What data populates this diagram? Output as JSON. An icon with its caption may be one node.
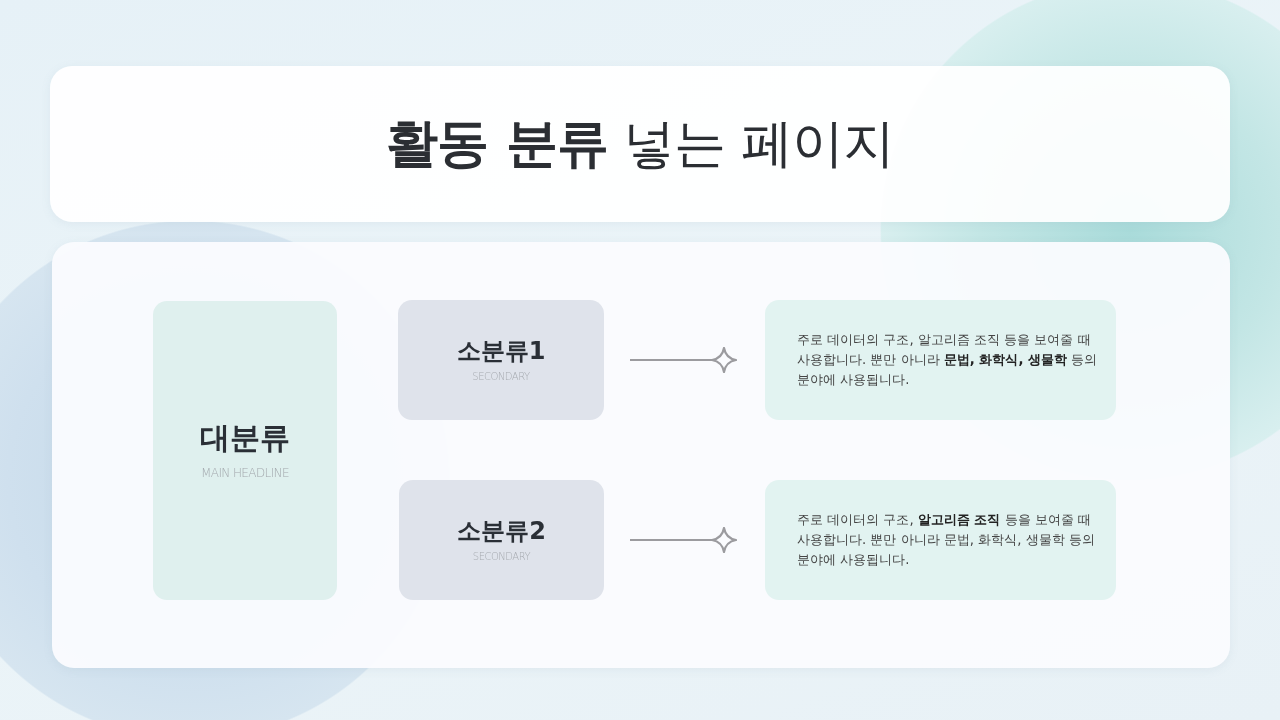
{
  "diagram": {
    "title": "**활동 분류** 넣는 페이지",
    "nodes": [
      {
        "text": [
          "대분류",
          "MAIN HEADLINE"
        ]
      },
      {
        "text": [
          "소분류1",
          "SECONDARY"
        ]
      },
      {
        "text": [
          "소분류2",
          "SECONDARY"
        ]
      },
      {
        "text": [
          "주로 데이터의 구조, 알고리즘 조직 등을 보여줄 때 사용합니다. 뿐만 아니라 **문법, 화학식, 생물학** 등의 분야에 사용됩니다."
        ]
      },
      {
        "text": [
          "주로 데이터의 구조, **알고리즘 조직** 등을 보여줄 때 사용합니다. 뿐만 아니라 문법, 화학식, 생물학 등의 분야에 사용됩니다."
        ]
      }
    ],
    "edges": [
      {
        "from": 1,
        "to": 3,
        "arrow": "other"
      },
      {
        "from": 2,
        "to": 4,
        "arrow": "other"
      }
    ]
  }
}
